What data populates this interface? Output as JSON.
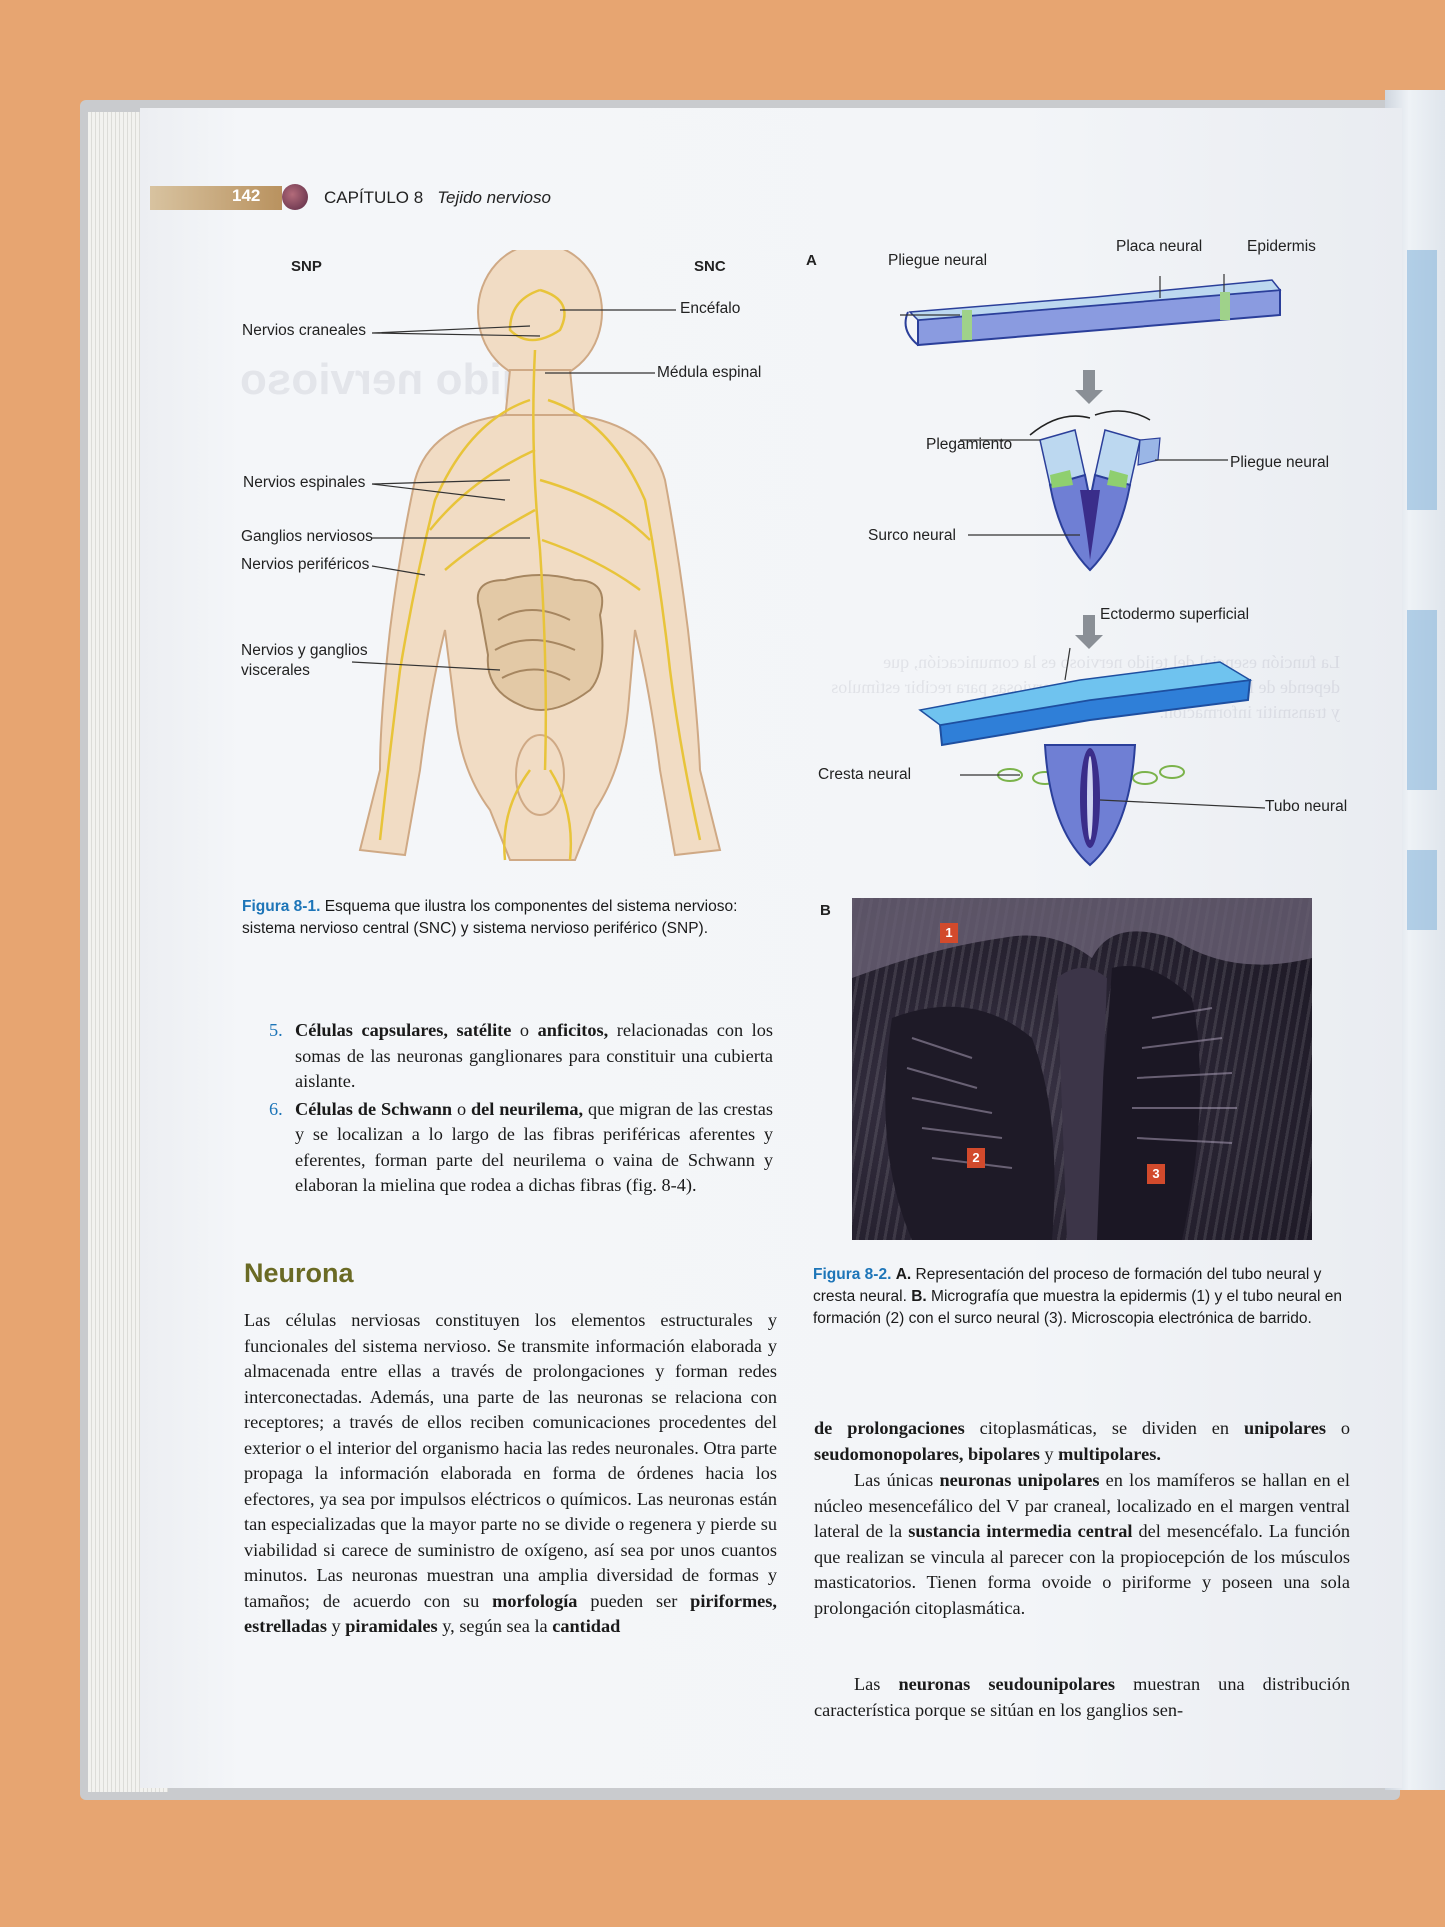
{
  "header": {
    "page_number": "142",
    "chapter": "CAPÍTULO 8",
    "chapter_title": "Tejido nervioso"
  },
  "figure1": {
    "labels": {
      "snp": "SNP",
      "snc": "SNC",
      "nervios_craneales": "Nervios craneales",
      "encefalo": "Encéfalo",
      "medula": "Médula espinal",
      "nervios_espinales": "Nervios espinales",
      "ganglios": "Ganglios nerviosos",
      "perifericos": "Nervios periféricos",
      "viscerales_1": "Nervios y ganglios",
      "viscerales_2": "viscerales"
    },
    "caption_id": "Figura 8-1.",
    "caption_text": "Esquema que ilustra los componentes del sistema nervioso: sistema nervioso central (SNC) y sistema nervioso periférico (SNP)."
  },
  "figure2": {
    "panel_a": "A",
    "panel_b": "B",
    "labels": {
      "pliegue_neural": "Pliegue neural",
      "placa_neural": "Placa neural",
      "epidermis": "Epidermis",
      "plegamiento": "Plegamiento",
      "pliegue_neural_2": "Pliegue neural",
      "surco_neural": "Surco neural",
      "ectodermo": "Ectodermo superficial",
      "cresta_neural": "Cresta neural",
      "tubo_neural": "Tubo neural"
    },
    "markers": [
      "1",
      "2",
      "3"
    ],
    "caption_id": "Figura 8-2.",
    "caption_a_label": "A.",
    "caption_a_text": "Representación del proceso de formación del tubo neural y cresta neural.",
    "caption_b_label": "B.",
    "caption_b_text": "Micrografía que muestra la epidermis (1) y el tubo neural en formación (2) con el surco neural (3). Microscopia electrónica de barrido."
  },
  "list": [
    {
      "n": "5.",
      "b1": "Células capsulares, satélite",
      "t1": " o ",
      "b2": "anficitos,",
      "t2": " relacionadas con los somas de las neuronas ganglionares para constituir una cubierta aislante."
    },
    {
      "n": "6.",
      "b1": "Células de Schwann",
      "t1": " o ",
      "b2": "del neurilema,",
      "t2": " que migran de las crestas y se localizan a lo largo de las fibras periféricas aferentes y eferentes, forman parte del neurilema o vaina de Schwann y elaboran la mielina que rodea a dichas fibras (fig. 8-4)."
    }
  ],
  "section_title": "Neurona",
  "left_para": {
    "t1": "Las células nerviosas constituyen los elementos estructurales y funcionales del sistema nervioso. Se transmite información elaborada y almacenada entre ellas a través de prolongaciones y forman redes interconectadas. Además, una parte de las neuronas se relaciona con receptores; a través de ellos reciben comunicaciones procedentes del exterior o el interior del organismo hacia las redes neuronales. Otra parte propaga la información elaborada en forma de órdenes hacia los efectores, ya sea por impulsos eléctricos o químicos. Las neuronas están tan especializadas que la mayor parte no se divide o regenera y pierde su viabilidad si carece de suministro de oxígeno, así sea por unos cuantos minutos. Las neuronas muestran una amplia diversidad de formas y tamaños; de acuerdo con su ",
    "b1": "morfología",
    "t2": " pueden ser ",
    "b2": "piriformes, estrelladas",
    "t3": " y ",
    "b3": "piramidales",
    "t4": " y, según sea la ",
    "b4": "cantidad"
  },
  "right_para1": {
    "b1": "de prolongaciones",
    "t1": " citoplasmáticas, se dividen en ",
    "b2": "unipolares",
    "t2": " o ",
    "b3": "seudomonopolares, bipolares",
    "t3": " y ",
    "b4": "multipolares."
  },
  "right_para2": {
    "t1": "Las únicas ",
    "b1": "neuronas unipolares",
    "t2": " en los mamíferos se hallan en el núcleo mesencefálico del V par craneal, localizado en el margen ventral lateral de la ",
    "b2": "sustancia intermedia central",
    "t3": " del mesencéfalo. La función que realizan se vincula al parecer con la propiocepción de los músculos masticatorios. Tienen forma ovoide o piriforme y poseen una sola prolongación citoplasmática."
  },
  "right_para3": {
    "t1": "Las ",
    "b1": "neuronas seudounipolares",
    "t2": " muestran una distribución característica porque se sitúan en los ganglios sen-"
  }
}
